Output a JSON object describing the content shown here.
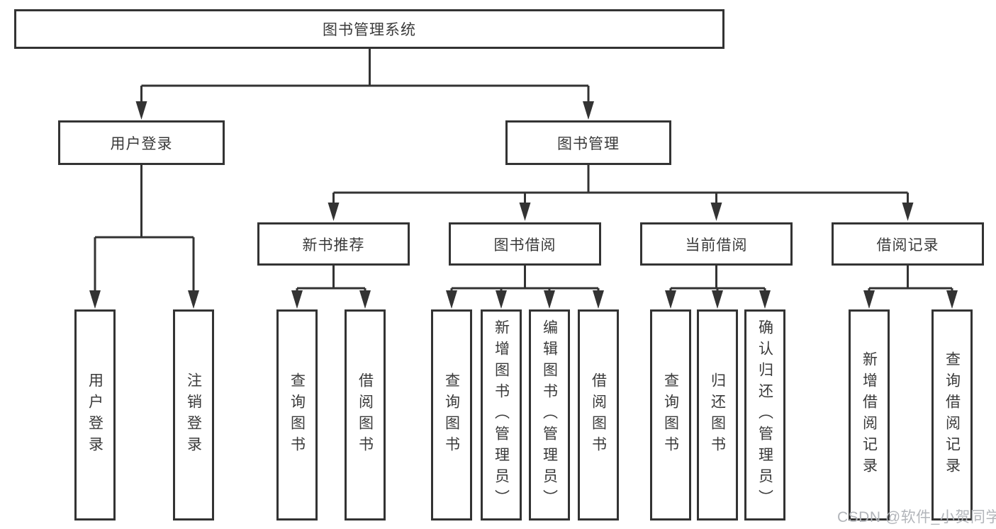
{
  "diagram": {
    "root": "图书管理系统",
    "level2": [
      "用户登录",
      "图书管理"
    ],
    "level3": [
      "新书推荐",
      "图书借阅",
      "当前借阅",
      "借阅记录"
    ],
    "leaves": [
      "用户登录",
      "注销登录",
      "查询图书",
      "借阅图书",
      "查询图书",
      "新增图书（管理员）",
      "编辑图书（管理员）",
      "借阅图书",
      "查询图书",
      "归还图书",
      "确认归还（管理员）",
      "新增借阅记录",
      "查询借阅记录"
    ]
  },
  "colors": {
    "line": "#333333",
    "text": "#3a3a3a",
    "box_background": "#ffffff",
    "watermark": "#b2b5ba",
    "page_background": "#ffffff"
  },
  "watermark": "CSDN @软件_小贺同学"
}
